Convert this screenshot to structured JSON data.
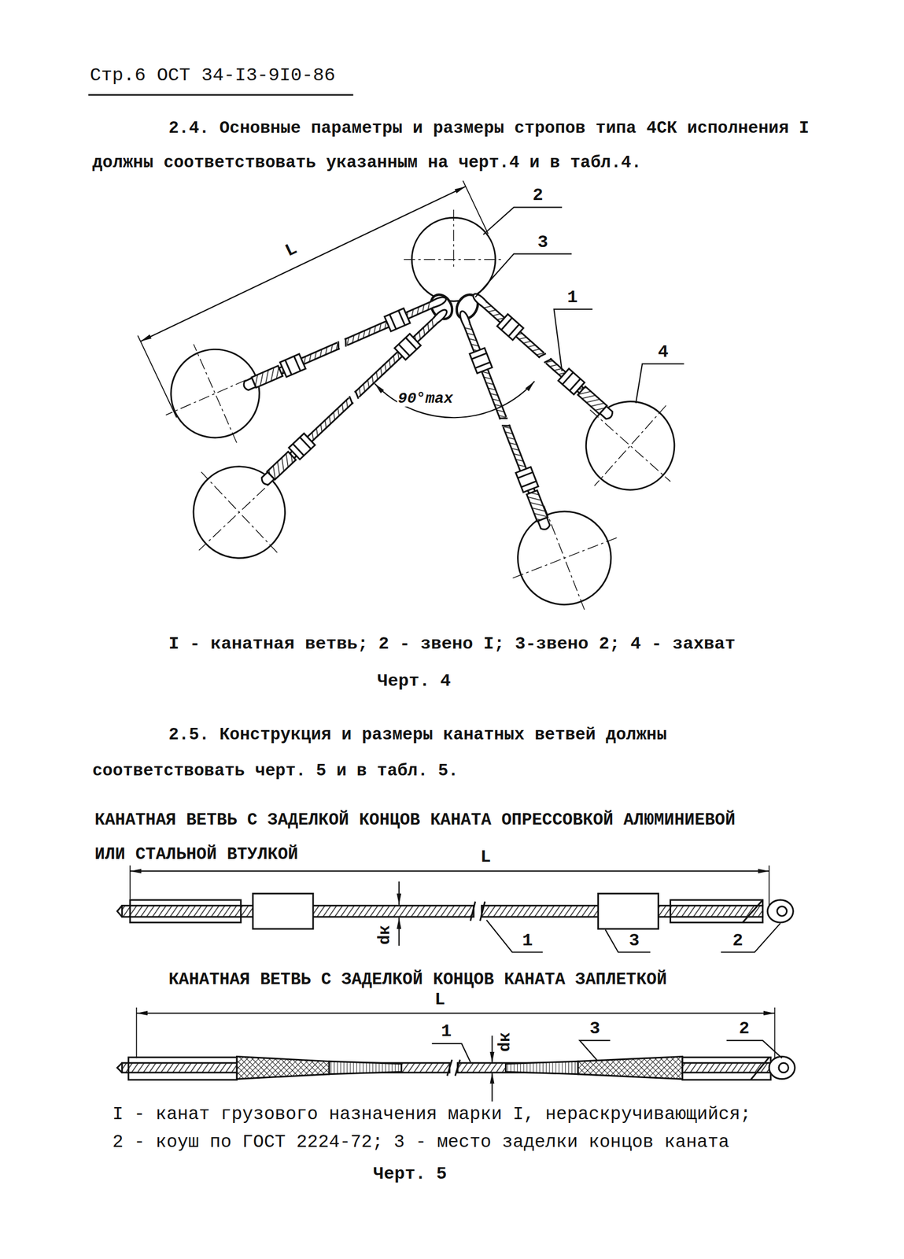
{
  "diagram": {
    "labels": [
      "Стр.6 ОСТ 34-I3-9I0-86",
      "2.4. Основные параметры и размеры стропов типа 4СК исполнения I должны соответствовать указанным на черт.4 и в табл.4.",
      "L",
      "2",
      "3",
      "1",
      "90°max",
      "4",
      "I - канатная ветвь; 2 - звено I; 3-звено 2; 4 - захват",
      "Черт. 4",
      "2.5. Конструкция и размеры канатных ветвей должны соответствовать черт. 5 и в табл. 5.",
      "КАНАТНАЯ ВЕТВЬ С ЗАДЕЛКОЙ КОНЦОВ КАНАТА ОПРЕССОВКОЙ АЛЮМИНИЕВОЙ ИЛИ СТАЛЬНОЙ ВТУЛКОЙ",
      "L",
      "dк",
      "1",
      "3",
      "2",
      "КАНАТНАЯ ВЕТВЬ С ЗАДЕЛКОЙ КОНЦОВ КАНАТА ЗАПЛЕТКОЙ",
      "L",
      "1",
      "dк",
      "3",
      "2",
      "I - канат грузового назначения марки I, нераскручивающийся;",
      "2 - коуш по ГОСТ 2224-72; 3 - место заделки концов каната",
      "Черт. 5"
    ]
  }
}
